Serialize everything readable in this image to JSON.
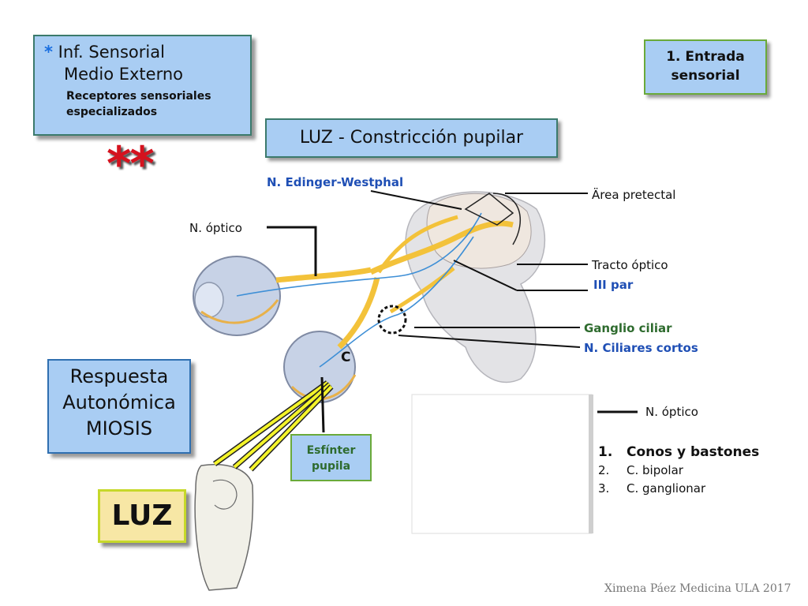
{
  "sensory_box": {
    "star": "*",
    "line1": "Inf. Sensorial",
    "line2": "Medio Externo",
    "line3": "Receptores sensoriales",
    "line4": "especializados"
  },
  "double_star": "**",
  "entrada_box": {
    "line1": "1. Entrada",
    "line2": "sensorial"
  },
  "title": "LUZ - Constricción pupilar",
  "labels": {
    "edinger": "N. Edinger-Westphal",
    "optic_left": "N. óptico",
    "pretectal": "Ärea pretectal",
    "optic_tract": "Tracto óptico",
    "third_pair": "III par",
    "ciliary_ganglion": "Ganglio ciliar",
    "short_ciliary": "N. Ciliares cortos",
    "optic_right": "N. óptico",
    "c_label": "C"
  },
  "response_box": {
    "line1": "Respuesta",
    "line2": "Autonómica",
    "line3": "MIOSIS"
  },
  "sphincter_box": {
    "line1": "Esfínter",
    "line2": "pupila"
  },
  "light_box": "LUZ",
  "retina_list": [
    {
      "num": "1.",
      "text": "Conos y bastones"
    },
    {
      "num": "2.",
      "text": "C. bipolar"
    },
    {
      "num": "3.",
      "text": "C. ganglionar"
    }
  ],
  "credit": "Ximena Páez Medicina ULA 2017",
  "colors": {
    "box_fill": "#a9cdf3",
    "star_red": "#d5121e",
    "label_blue": "#1f4fb5",
    "label_green": "#2e6b2e",
    "nerve_yellow": "#f3c23a",
    "light_box_fill": "#f7e7a5"
  }
}
